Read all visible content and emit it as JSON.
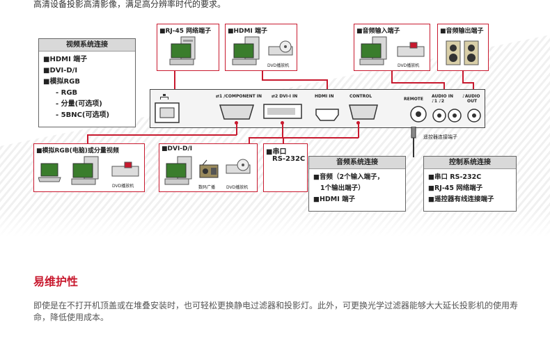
{
  "intro_text": "高清设备投影高清影像，满足高分辨率时代的要求。",
  "video_box": {
    "title": "视频系统连接",
    "items": [
      "■HDMI 端子",
      "■DVI-D/I",
      "■模拟RGB",
      "- RGB",
      "- 分量(可选项)",
      "- 5BNC(可选项)"
    ]
  },
  "top_devices": {
    "rj45": "■RJ-45 网络端子",
    "hdmi": "■HDMI 端子",
    "hdmi_dvd": "DVD播放机",
    "audio_in": "■音频输入端子",
    "audio_in_dvd": "DVD播放机",
    "audio_out": "■音频输出端子"
  },
  "panel_labels": {
    "component": "⇄1 /COMPONENT IN",
    "dvi": "⇄2 DVI-I IN",
    "hdmi": "HDMI IN",
    "control": "CONTROL",
    "remote": "REMOTE",
    "audio_in": "AUDIO IN",
    "audio_in_ports": "♪1  ♪2",
    "audio_out": "♪AUDIO",
    "audio_out_sub": "OUT"
  },
  "bottom_devices": {
    "rgb_title": "■模拟RGB(电脑)或分量视频",
    "rgb_dvd": "DVD播放机",
    "dvi_title": "■DVI-D/I",
    "dvi_radio": "数码广播",
    "dvi_dvd": "DVD播放机",
    "serial_title": "■串口",
    "serial_sub": "RS-232C",
    "remote_caption": "遥控器连接端子"
  },
  "audio_box": {
    "title": "音频系统连接",
    "items": [
      "■音频（2个输入端子，",
      "1个输出端子）",
      "■HDMI 端子"
    ]
  },
  "control_box": {
    "title": "控制系统连接",
    "items": [
      "■串口 RS-232C",
      "■RJ-45 网络端子",
      "■遥控器有线连接端子"
    ]
  },
  "section": {
    "title": "易维护性",
    "body": "即使是在不打开机顶盖或在堆叠安装时，也可轻松更换静电过滤器和投影灯。此外，可更换光学过滤器能够大大延长投影机的使用寿命，降低使用成本。"
  },
  "colors": {
    "accent": "#c8192e",
    "header_gray": "#d9d9d9"
  }
}
